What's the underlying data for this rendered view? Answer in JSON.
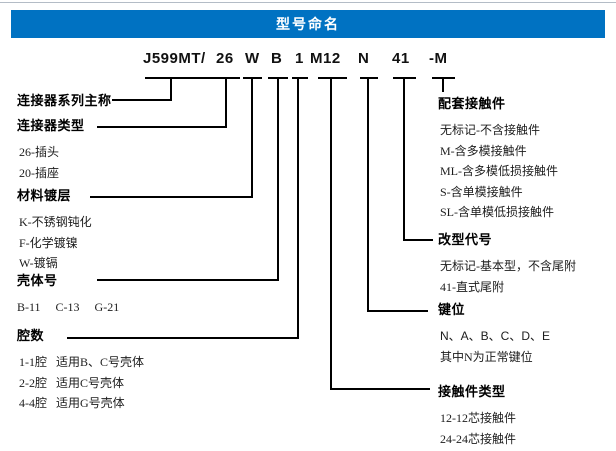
{
  "header": {
    "title": "型号命名",
    "accent_color": "#0072C2",
    "title_text_color": "#ffffff"
  },
  "model_code": {
    "full": "J599MT/ 26 W B 1 M12 N 41 -M",
    "segments": [
      "J599MT/",
      "26",
      "W",
      "B",
      "1",
      "M12",
      "N",
      "41",
      "-M"
    ]
  },
  "left_groups": [
    {
      "title": "连接器系列主称",
      "items": []
    },
    {
      "title": "连接器类型",
      "items": [
        "26-插头",
        "20-插座"
      ]
    },
    {
      "title": "材料镀层",
      "items": [
        "K-不锈钢钝化",
        "F-化学镀镍",
        "W-镀镉"
      ]
    },
    {
      "title": "壳体号",
      "items": [
        "B-11     C-13     G-21"
      ]
    },
    {
      "title": "腔数",
      "items": [
        "1-1腔   适用B、C号壳体",
        "2-2腔   适用C号壳体",
        "4-4腔   适用G号壳体"
      ]
    }
  ],
  "right_groups": [
    {
      "title": "配套接触件",
      "items": [
        "无标记-不含接触件",
        "M-含多模接触件",
        "ML-含多模低损接触件",
        "S-含单模接触件",
        "SL-含单模低损接触件"
      ]
    },
    {
      "title": "改型代号",
      "items": [
        "无标记-基本型，不含尾附",
        "41-直式尾附"
      ]
    },
    {
      "title": "键位",
      "items": [
        "N、A、B、C、D、E",
        "其中N为正常键位"
      ]
    },
    {
      "title": "接触件类型",
      "items": [
        "12-12芯接触件",
        "24-24芯接触件"
      ]
    }
  ]
}
